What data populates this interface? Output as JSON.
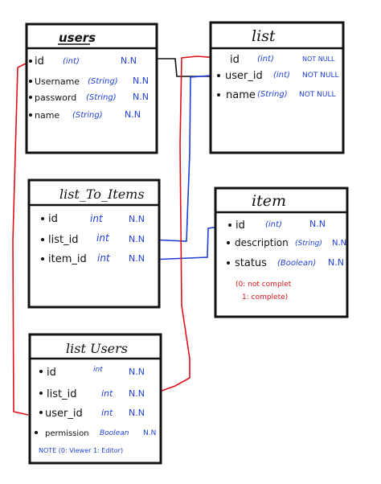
{
  "colors": {
    "ink": "#111111",
    "blue": "#1f3fd6",
    "red": "#e0101a"
  },
  "users": {
    "title": "users",
    "fields": [
      {
        "name": "id",
        "type": "(int)",
        "constraint": "N.N"
      },
      {
        "name": "Username",
        "type": "(String)",
        "constraint": "N.N"
      },
      {
        "name": "password",
        "type": "(String)",
        "constraint": "N.N"
      },
      {
        "name": "name",
        "type": "(String)",
        "constraint": "N.N"
      }
    ]
  },
  "list": {
    "title": "list",
    "fields": [
      {
        "name": "id",
        "type": "(int)",
        "constraint": "NOT NULL"
      },
      {
        "name": "user_id",
        "type": "(int)",
        "constraint": "NOT NULL"
      },
      {
        "name": "name",
        "type": "(String)",
        "constraint": "NOT NULL"
      }
    ]
  },
  "list_to_items": {
    "title": "list_To_Items",
    "fields": [
      {
        "name": "id",
        "type": "int",
        "constraint": "N.N"
      },
      {
        "name": "list_id",
        "type": "int",
        "constraint": "N.N"
      },
      {
        "name": "item_id",
        "type": "int",
        "constraint": "N.N"
      }
    ]
  },
  "item": {
    "title": "item",
    "fields": [
      {
        "name": "id",
        "type": "(int)",
        "constraint": "N.N"
      },
      {
        "name": "description",
        "type": "(String)",
        "constraint": "N.N"
      },
      {
        "name": "status",
        "type": "(Boolean)",
        "constraint": "N.N"
      }
    ],
    "status_note_line1": "(0: not complet",
    "status_note_line2": "1: complete)"
  },
  "list_users": {
    "title": "list Users",
    "fields": [
      {
        "name": "id",
        "type": "int",
        "constraint": "N.N"
      },
      {
        "name": "list_id",
        "type": "int",
        "constraint": "N.N"
      },
      {
        "name": "user_id",
        "type": "int",
        "constraint": "N.N"
      },
      {
        "name": "permission",
        "type": "Boolean",
        "constraint": "N.N"
      }
    ],
    "note": "NOTE (0: Viewer 1: Editor)"
  }
}
